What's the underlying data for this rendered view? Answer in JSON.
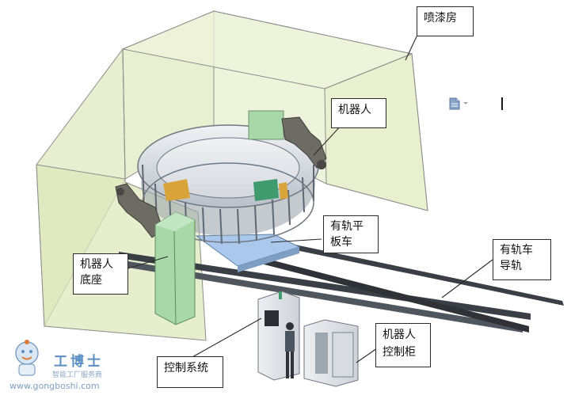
{
  "labels": {
    "spray_booth": "喷漆房",
    "robot": "机器人",
    "rail_flatcar": [
      "有轨平",
      "板车"
    ],
    "rail_track": [
      "有轨车",
      "导轨"
    ],
    "robot_base": [
      "机器人",
      "底座"
    ],
    "control_system": "控制系统",
    "robot_cabinet": [
      "机器人",
      "控制柜"
    ]
  },
  "watermark": {
    "brand": "工博士",
    "slogan": "智能工厂服务商",
    "url": "www.gongboshi.com"
  },
  "colors": {
    "booth_fill": "#e3ecc6",
    "booth_edge": "#8c8c8c",
    "robot_green": "#a8d8a8",
    "ring_steel": "#d6dbe2",
    "rail_dark": "#3a3f45",
    "cabinet_gray": "#e7e9ec",
    "accent_orange": "#d9a53a",
    "flatcar_blue": "#a9c8ec"
  }
}
